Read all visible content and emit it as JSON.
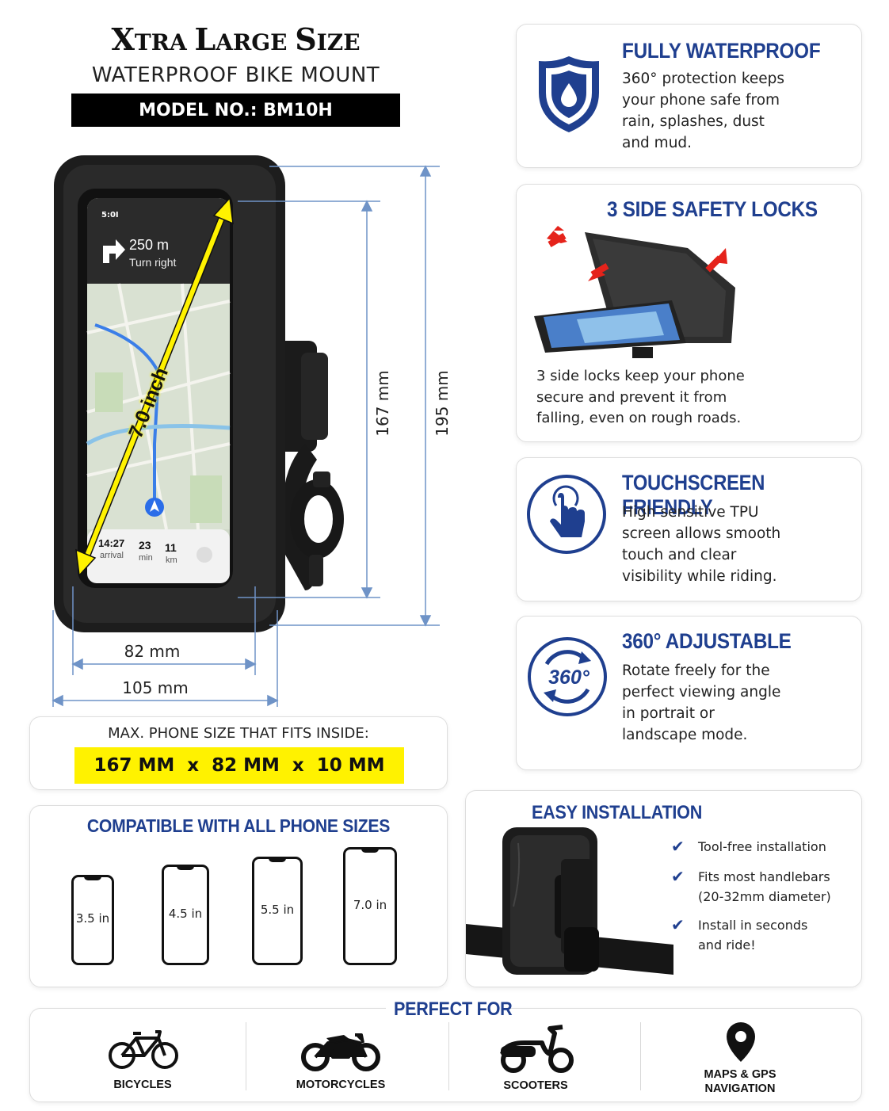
{
  "header": {
    "title_part1": "X",
    "title_part1_small": "TRA ",
    "title_part2": "L",
    "title_part2_small": "ARGE ",
    "title_part3": "S",
    "title_part3_small": "IZE",
    "subtitle": "WATERPROOF BIKE MOUNT",
    "model": "MODEL NO.: BM10H"
  },
  "phone_screen": {
    "status_time": "5:0I",
    "distance": "250 m",
    "direction": "Turn right",
    "diagonal_label": "7.0 inch",
    "arrival_time": "14:27",
    "arrival_label": "arrival",
    "minutes": "23",
    "minutes_label": "min",
    "km": "11",
    "km_label": "km"
  },
  "dimensions": {
    "inner_height": "167 mm",
    "outer_height": "195 mm",
    "inner_width": "82 mm",
    "outer_width": "105 mm"
  },
  "max_size": {
    "label": "MAX. PHONE SIZE THAT FITS INSIDE:",
    "value": "167 MM  x  82 MM  x  10 MM"
  },
  "compatible": {
    "title": "COMPATIBLE WITH ALL PHONE SIZES",
    "sizes": [
      "3.5 in",
      "4.5 in",
      "5.5 in",
      "7.0 in"
    ]
  },
  "features": {
    "waterproof": {
      "title": "FULLY WATERPROOF",
      "lines": [
        "360° protection keeps",
        "your phone safe from",
        "rain, splashes, dust",
        "and mud."
      ]
    },
    "locks": {
      "title": "3 SIDE SAFETY LOCKS",
      "lines": [
        "3 side locks keep your phone",
        "secure and prevent it from",
        "falling, even on rough roads."
      ]
    },
    "touch": {
      "title": "TOUCHSCREEN FRIENDLY",
      "lines": [
        "High sensitive TPU",
        "screen allows smooth",
        "touch and clear",
        "visibility while riding."
      ]
    },
    "adjustable": {
      "title": "360° ADJUSTABLE",
      "icon_text": "360°",
      "lines": [
        "Rotate freely for the",
        "perfect viewing angle",
        "in portrait or",
        "landscape mode."
      ]
    }
  },
  "installation": {
    "title": "EASY INSTALLATION",
    "items": [
      {
        "lines": [
          "Tool-free installation"
        ]
      },
      {
        "lines": [
          "Fits most handlebars",
          "(20-32mm diameter)"
        ]
      },
      {
        "lines": [
          "Install in seconds",
          "and ride!"
        ]
      }
    ]
  },
  "perfect_for": {
    "title": "PERFECT FOR",
    "items": [
      {
        "label": "BICYCLES",
        "icon": "bicycle-icon"
      },
      {
        "label": "MOTORCYCLES",
        "icon": "motorcycle-icon"
      },
      {
        "label": "SCOOTERS",
        "icon": "scooter-icon"
      },
      {
        "label_line1": "MAPS & GPS",
        "label_line2": "NAVIGATION",
        "icon": "map-pin-icon"
      }
    ]
  },
  "colors": {
    "brand_blue": "#1f3f8f",
    "highlight_yellow": "#fff200",
    "dimension_blue": "#6f93c7"
  }
}
